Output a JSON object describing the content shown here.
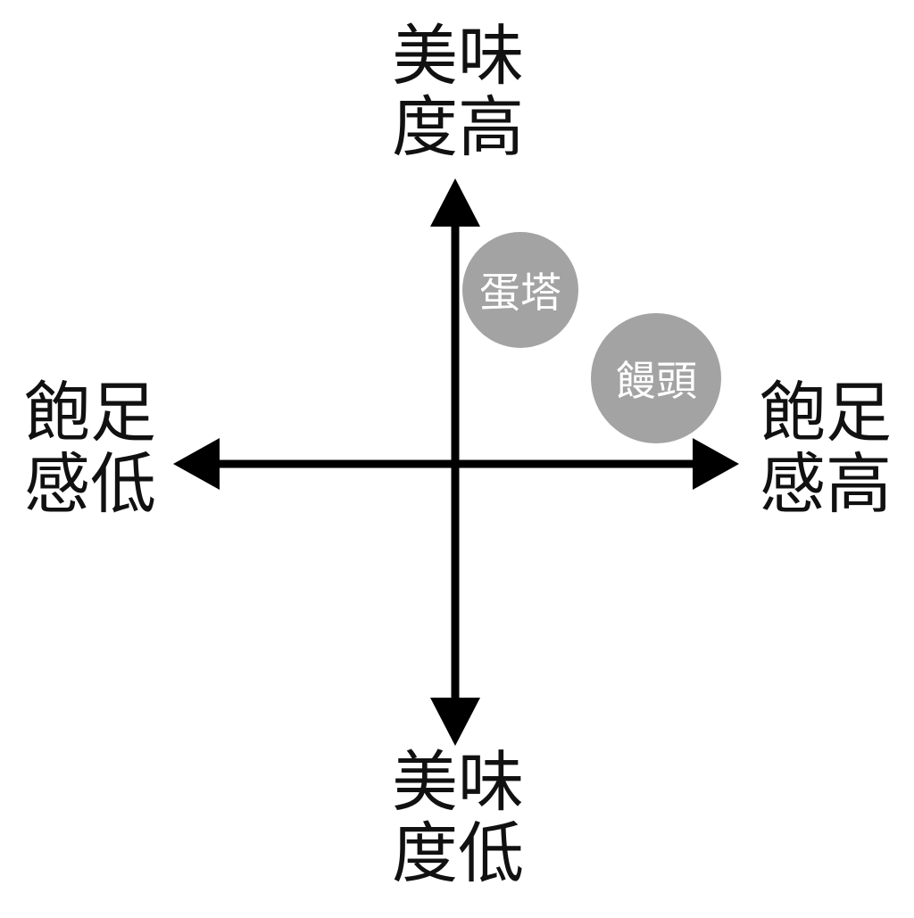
{
  "axes": {
    "top": {
      "line1": "美味",
      "line2": "度高"
    },
    "bottom": {
      "line1": "美味",
      "line2": "度低"
    },
    "left": {
      "line1": "飽足",
      "line2": "感低"
    },
    "right": {
      "line1": "飽足",
      "line2": "感高"
    }
  },
  "items": {
    "egg_tart": {
      "label": "蛋塔"
    },
    "mantou": {
      "label": "饅頭"
    }
  },
  "colors": {
    "axis": "#000000",
    "bubble_fill": "#a3a3a3",
    "bubble_text": "#ffffff",
    "label_text": "#111111"
  }
}
